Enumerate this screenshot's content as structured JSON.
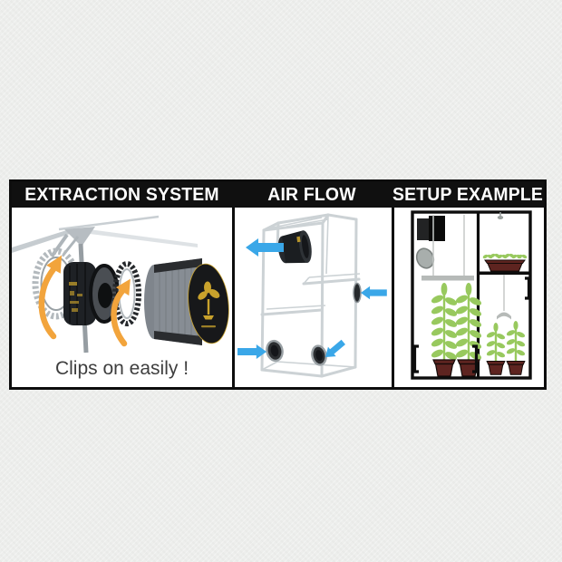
{
  "board": {
    "panels": [
      {
        "id": "extraction-system",
        "title": "EXTRACTION SYSTEM",
        "caption": "Clips on easily !"
      },
      {
        "id": "air-flow",
        "title": "AIR FLOW"
      },
      {
        "id": "setup-example",
        "title": "SETUP EXAMPLE"
      }
    ]
  },
  "icons": {
    "exhaust_arrow": "arrow-left",
    "intake_arrow_bottom_left": "arrow-right",
    "intake_arrow_bottom_mid": "arrow-down-left",
    "intake_arrow_side": "arrow-left",
    "clip_rotation_arrows": "curved-arrow-up"
  },
  "colors": {
    "page_bg": "#edeeec",
    "header_bg": "#101010",
    "panel_bg": "#ffffff",
    "border_black": "#0d0d0d",
    "title_text": "#ffffff",
    "caption_text": "#3e3e3e",
    "arrow_blue": "#3aa7e8",
    "arrow_orange": "#f2a43c",
    "plant_green": "#98c95e",
    "pot_brown": "#5e2420",
    "logo_gold": "#c9a22c",
    "frame_grey": "#ccd2d5"
  }
}
